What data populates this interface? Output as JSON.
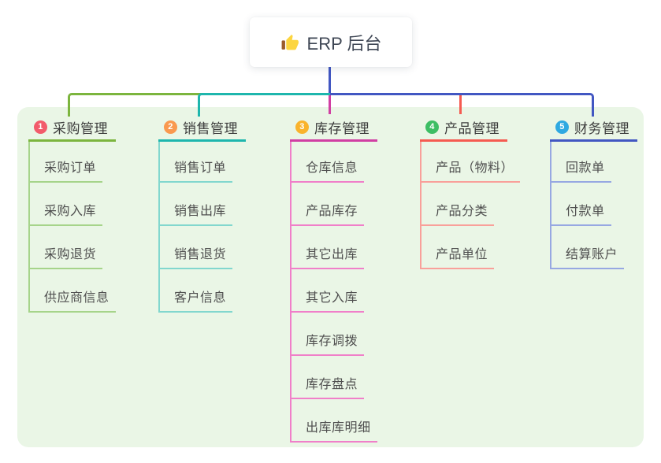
{
  "root": {
    "title": "ERP 后台",
    "icon": "thumbs-up",
    "line_color": "#4257c2",
    "title_color": "#3e4654"
  },
  "panel": {
    "background": "#eaf6e6"
  },
  "text_colors": {
    "branch_label": "#3c3c3c",
    "child_label": "#4f4f4f",
    "badge_text": "#ffffff"
  },
  "icon_colors": {
    "thumb_hand": "#fcd53f",
    "thumb_cuff": "#9b5b2c"
  },
  "branches": [
    {
      "badge": "1",
      "label": "采购管理",
      "badge_color": "#f25b6b",
      "line_color": "#7cb53e",
      "child_line_color": "#a6d48a",
      "children": [
        "采购订单",
        "采购入库",
        "采购退货",
        "供应商信息"
      ]
    },
    {
      "badge": "2",
      "label": "销售管理",
      "badge_color": "#f9994f",
      "line_color": "#1eb6ad",
      "child_line_color": "#82d7ce",
      "children": [
        "销售订单",
        "销售出库",
        "销售退货",
        "客户信息"
      ]
    },
    {
      "badge": "3",
      "label": "库存管理",
      "badge_color": "#f9b32c",
      "line_color": "#d13fa3",
      "child_line_color": "#f07fc9",
      "children": [
        "仓库信息",
        "产品库存",
        "其它出库",
        "其它入库",
        "库存调拨",
        "库存盘点",
        "出库库明细"
      ]
    },
    {
      "badge": "4",
      "label": "产品管理",
      "badge_color": "#3dbe64",
      "line_color": "#f55b51",
      "child_line_color": "#f9a09a",
      "children": [
        "产品（物料）",
        "产品分类",
        "产品单位"
      ]
    },
    {
      "badge": "5",
      "label": "财务管理",
      "badge_color": "#2fa9e1",
      "line_color": "#4257c2",
      "child_line_color": "#97a8e2",
      "children": [
        "回款单",
        "付款单",
        "结算账户"
      ]
    }
  ]
}
